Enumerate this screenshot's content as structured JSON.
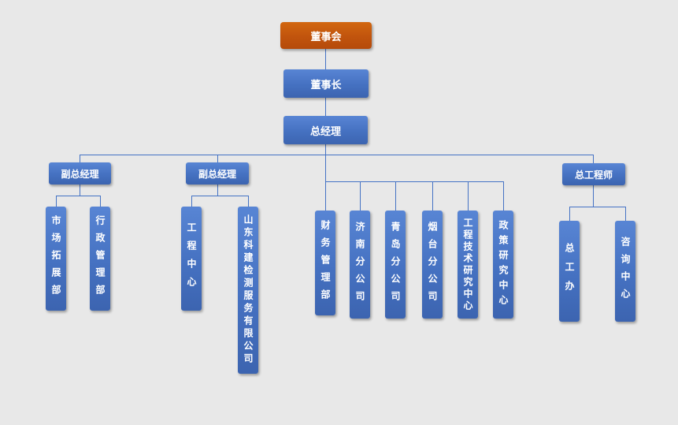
{
  "org_chart": {
    "board": {
      "label": "董事会"
    },
    "chairman": {
      "label": "董事长"
    },
    "general_manager": {
      "label": "总经理"
    },
    "deputy_gm_1": {
      "label": "副总经理"
    },
    "deputy_gm_2": {
      "label": "副总经理"
    },
    "chief_engineer": {
      "label": "总工程师"
    },
    "market_dept": {
      "label": "市场拓展部"
    },
    "admin_dept": {
      "label": "行政管理部"
    },
    "engineering_center": {
      "label": "工程中心"
    },
    "shandong_kejian": {
      "label": "山东科建检测服务有限公司"
    },
    "finance_dept": {
      "label": "财务管理部"
    },
    "jinan_branch": {
      "label": "济南分公司"
    },
    "qingdao_branch": {
      "label": "青岛分公司"
    },
    "yantai_branch": {
      "label": "烟台分公司"
    },
    "eng_tech_research_center": {
      "label": "工程技术研究中心"
    },
    "policy_research_center": {
      "label": "政策研究中心"
    },
    "chief_engineer_office": {
      "label": "总工办"
    },
    "consulting_center": {
      "label": "咨询中心"
    },
    "colors": {
      "root_fill": "#c1540d",
      "node_fill": "#4472c4",
      "connector": "#4472c4",
      "background": "#e8e8e8"
    }
  }
}
